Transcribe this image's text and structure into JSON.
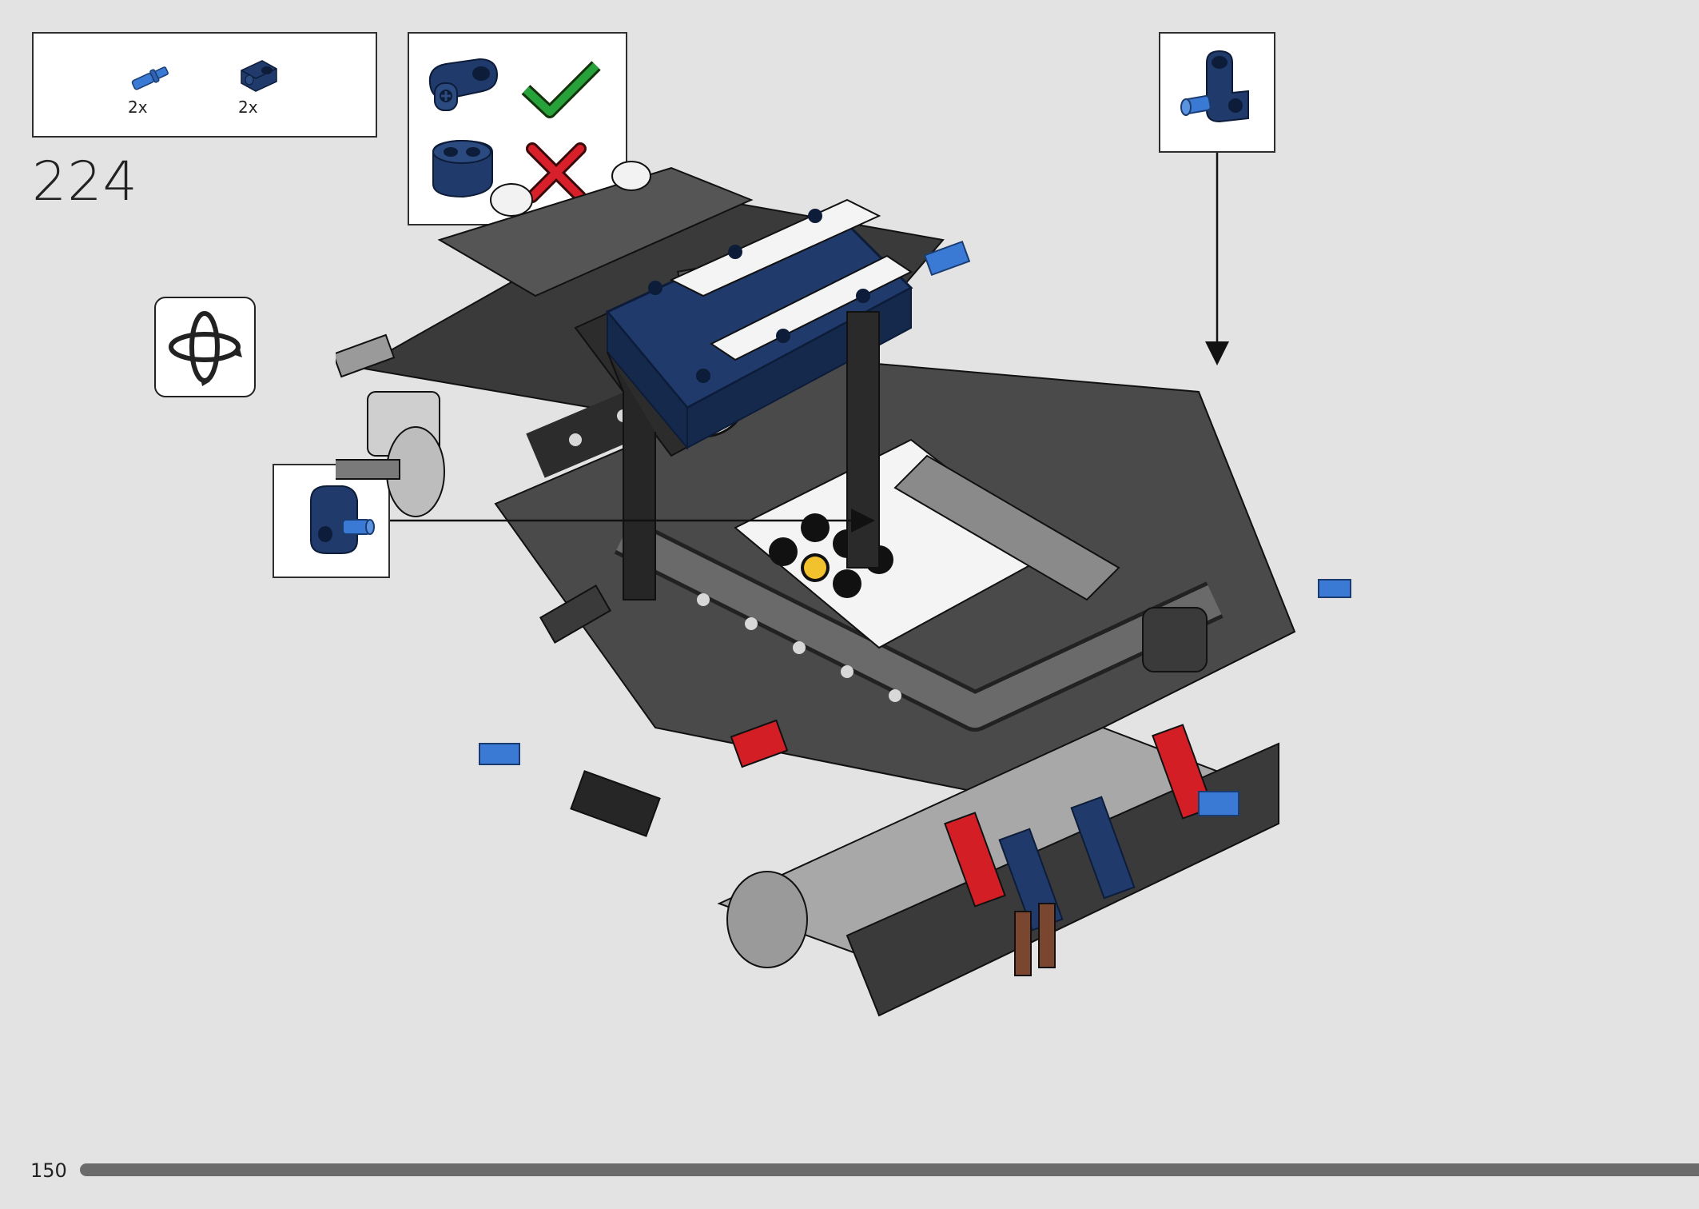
{
  "parts_list": {
    "items": [
      {
        "name": "blue-axle-pin",
        "quantity": "2x",
        "color": "#3a7ad4"
      },
      {
        "name": "dark-blue-axle-connector",
        "quantity": "2x",
        "color": "#1f3a6b"
      }
    ]
  },
  "step": {
    "number": "224"
  },
  "page": {
    "number": "150",
    "progress": 1.0
  },
  "colors": {
    "background": "#e3e3e3",
    "dark_blue": "#1f3a6b",
    "medium_blue": "#3a7ad4",
    "dark_grey": "#2f2f2f",
    "light_grey": "#a8a8a8",
    "red": "#d41e26",
    "check_green": "#27a23a",
    "cross_red": "#d8202a"
  },
  "icons": {
    "correct": "check-mark-icon",
    "incorrect": "cross-mark-icon",
    "rotate": "rotate-model-icon"
  }
}
